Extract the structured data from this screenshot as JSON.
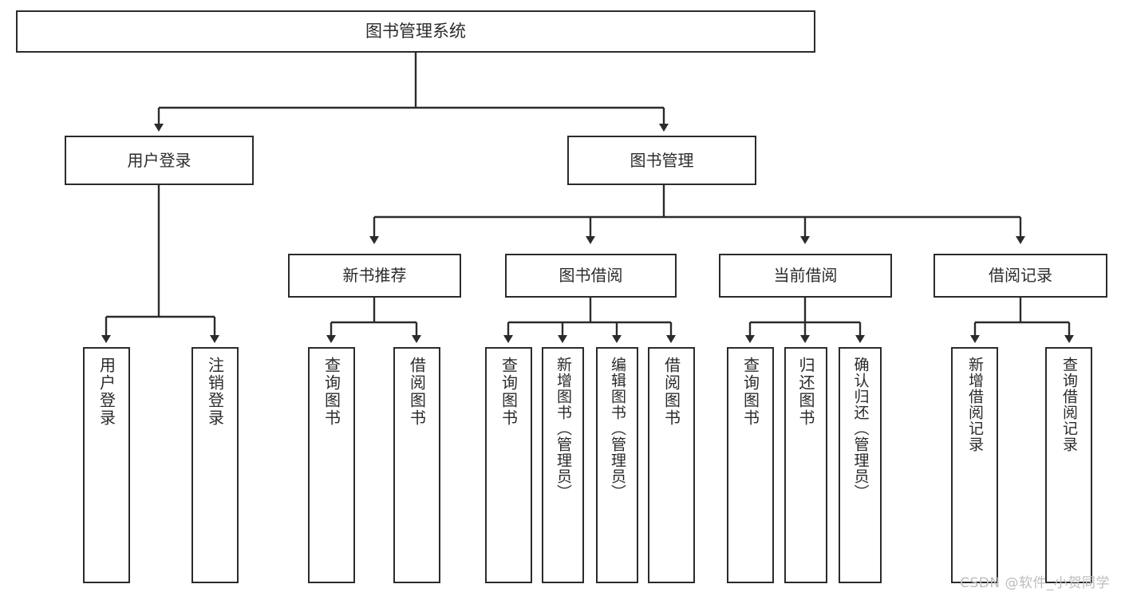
{
  "diagram": {
    "title": "图书管理系统",
    "watermark": "CSDN @软件_小贺同学",
    "type": "tree",
    "edge_color": "#2b2b2b",
    "node_border_color": "#2b2b2b",
    "node_fill_color": "#ffffff",
    "background_color": "#ffffff"
  },
  "nodes": {
    "root": {
      "label": "图书管理系统"
    },
    "level2": [
      {
        "id": "user-login",
        "label": "用户登录"
      },
      {
        "id": "book-manage",
        "label": "图书管理"
      }
    ],
    "level3": [
      {
        "id": "new-book-recommend",
        "label": "新书推荐"
      },
      {
        "id": "book-borrow",
        "label": "图书借阅"
      },
      {
        "id": "current-borrow",
        "label": "当前借阅"
      },
      {
        "id": "borrow-record",
        "label": "借阅记录"
      }
    ],
    "leaves": [
      {
        "id": "leaf-user-login",
        "label": "用户登录",
        "parent": "user-login"
      },
      {
        "id": "leaf-user-logout",
        "label": "注销登录",
        "parent": "user-login"
      },
      {
        "id": "leaf-query-book-1",
        "label": "查询图书",
        "parent": "new-book-recommend"
      },
      {
        "id": "leaf-borrow-book-1",
        "label": "借阅图书",
        "parent": "new-book-recommend"
      },
      {
        "id": "leaf-query-book-2",
        "label": "查询图书",
        "parent": "book-borrow"
      },
      {
        "id": "leaf-add-book",
        "label": "新增图书（管理员）",
        "parent": "book-borrow"
      },
      {
        "id": "leaf-edit-book",
        "label": "编辑图书（管理员）",
        "parent": "book-borrow"
      },
      {
        "id": "leaf-borrow-book-2",
        "label": "借阅图书",
        "parent": "book-borrow"
      },
      {
        "id": "leaf-query-book-3",
        "label": "查询图书",
        "parent": "current-borrow"
      },
      {
        "id": "leaf-return-book",
        "label": "归还图书",
        "parent": "current-borrow"
      },
      {
        "id": "leaf-confirm-return",
        "label": "确认归还（管理员）",
        "parent": "current-borrow"
      },
      {
        "id": "leaf-add-record",
        "label": "新增借阅记录",
        "parent": "borrow-record"
      },
      {
        "id": "leaf-query-record",
        "label": "查询借阅记录",
        "parent": "borrow-record"
      }
    ]
  }
}
